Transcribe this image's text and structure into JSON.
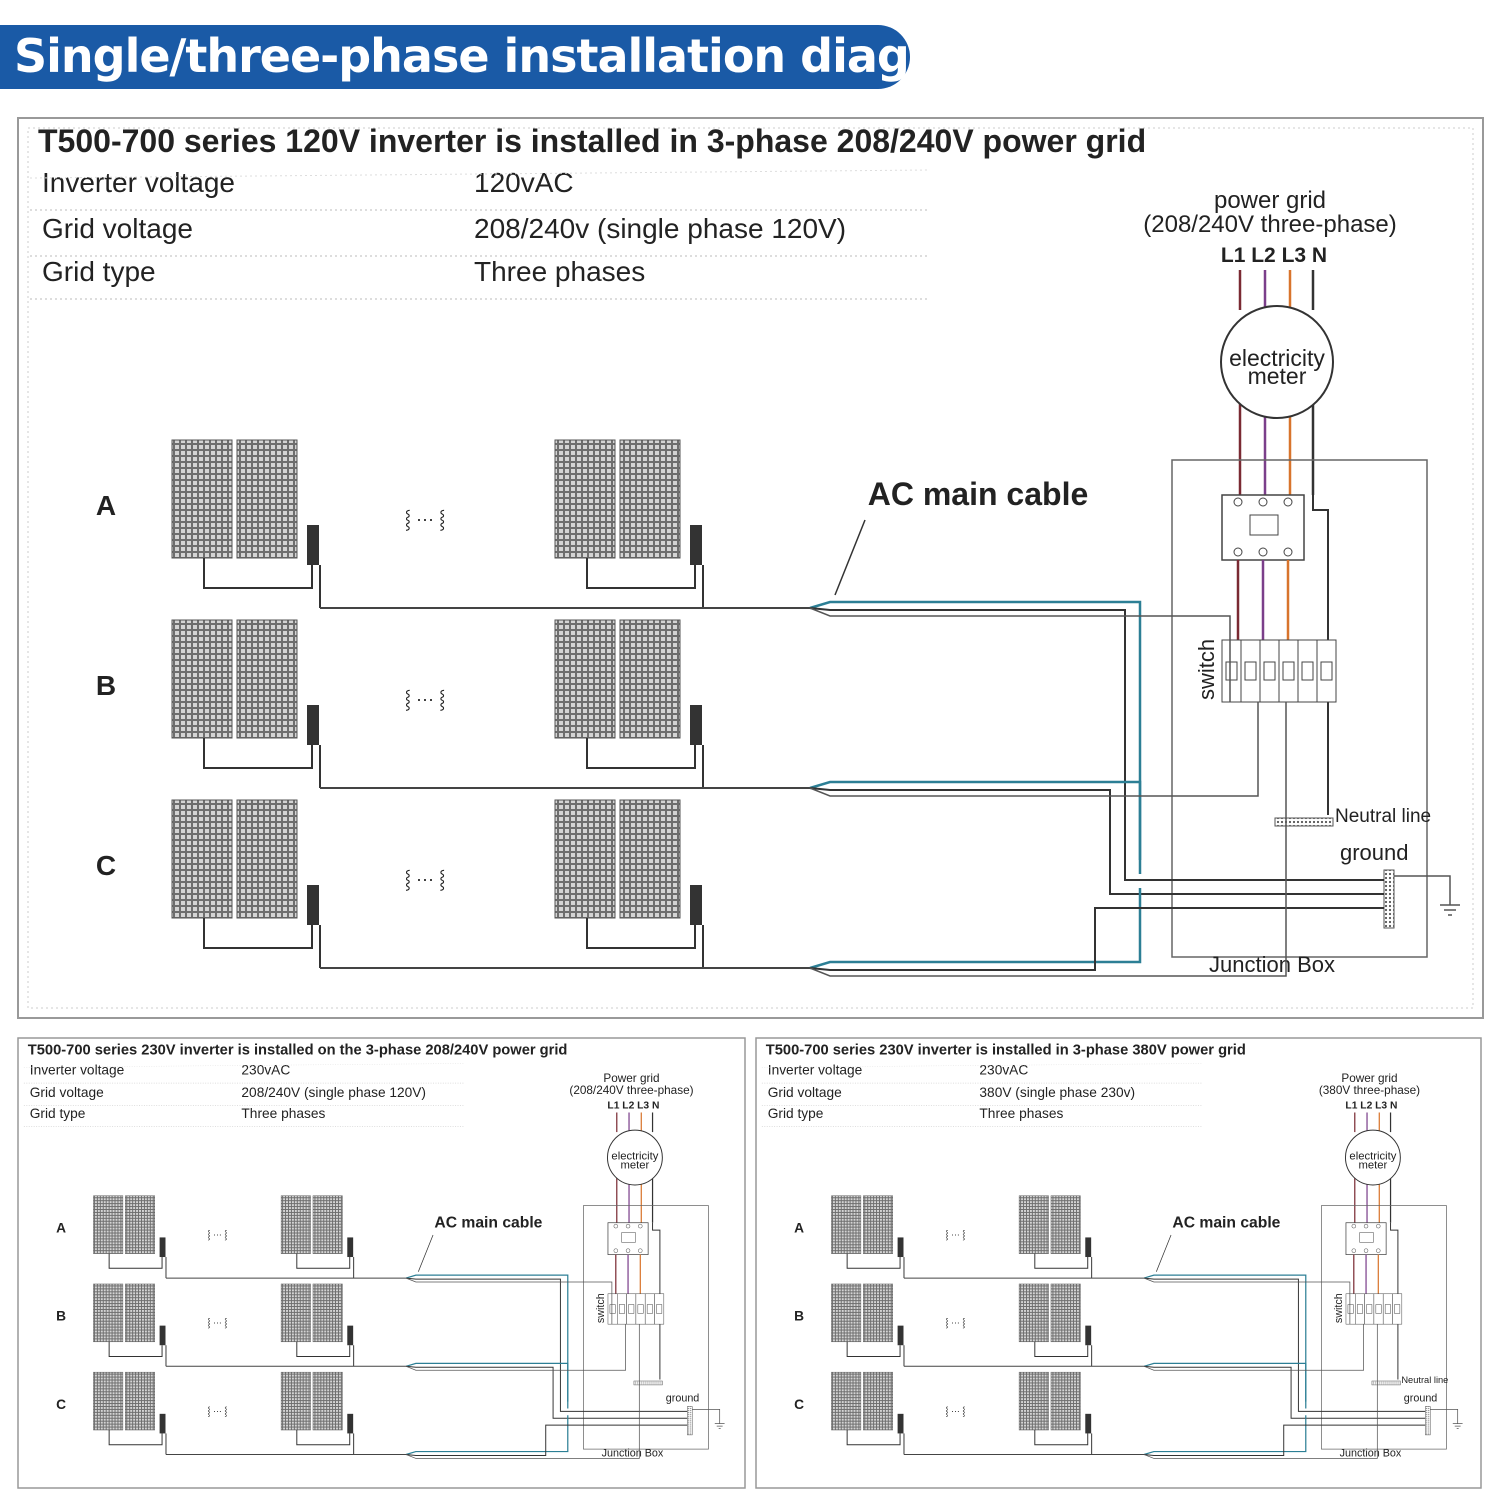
{
  "banner_title": "Single/three-phase installation diagram",
  "colors": {
    "banner": "#1a5aa6",
    "L1": "#7a2a33",
    "L2": "#7b3f8a",
    "L3": "#d8742c",
    "N": "#333333",
    "cable_blue": "#2c7f95"
  },
  "panels": [
    {
      "title": "T500-700 series 120V inverter is installed in 3-phase 208/240V power grid",
      "specs": [
        {
          "label": "Inverter voltage",
          "value": "120vAC"
        },
        {
          "label": "Grid voltage",
          "value": "208/240v (single phase 120V)"
        },
        {
          "label": "Grid type",
          "value": "Three phases"
        }
      ],
      "grid_label": "power grid",
      "grid_sub": "(208/240V three-phase)",
      "phases": "L1 L2 L3 N",
      "meter_line1": "electricity",
      "meter_line2": "meter",
      "ac_cable": "AC main cable",
      "rows": [
        "A",
        "B",
        "C"
      ],
      "ellipsis": "⸾ ··· ⸾",
      "switch": "switch",
      "neutral": "Neutral line",
      "ground": "ground",
      "junction": "Junction Box"
    },
    {
      "title": "T500-700 series 230V inverter is installed on the 3-phase 208/240V power grid",
      "specs": [
        {
          "label": "Inverter voltage",
          "value": "230vAC"
        },
        {
          "label": "Grid voltage",
          "value": "208/240V (single phase 120V)"
        },
        {
          "label": "Grid type",
          "value": "Three phases"
        }
      ],
      "grid_label": "Power grid",
      "grid_sub": "(208/240V three-phase)",
      "phases": "L1 L2 L3 N",
      "meter_line1": "electricity",
      "meter_line2": "meter",
      "ac_cable": "AC main cable",
      "rows": [
        "A",
        "B",
        "C"
      ],
      "ellipsis": "⸾ ··· ⸾",
      "switch": "switch",
      "neutral": "",
      "ground": "ground",
      "junction": "Junction Box"
    },
    {
      "title": "T500-700 series 230V inverter is installed in 3-phase 380V power grid",
      "specs": [
        {
          "label": "Inverter voltage",
          "value": "230vAC"
        },
        {
          "label": "Grid voltage",
          "value": "380V (single phase 230v)"
        },
        {
          "label": "Grid type",
          "value": "Three phases"
        }
      ],
      "grid_label": "Power grid",
      "grid_sub": "(380V three-phase)",
      "phases": "L1 L2 L3 N",
      "meter_line1": "electricity",
      "meter_line2": "meter",
      "ac_cable": "AC main cable",
      "rows": [
        "A",
        "B",
        "C"
      ],
      "ellipsis": "⸾ ··· ⸾",
      "switch": "switch",
      "neutral": "Neutral line",
      "ground": "ground",
      "junction": "Junction Box"
    }
  ]
}
